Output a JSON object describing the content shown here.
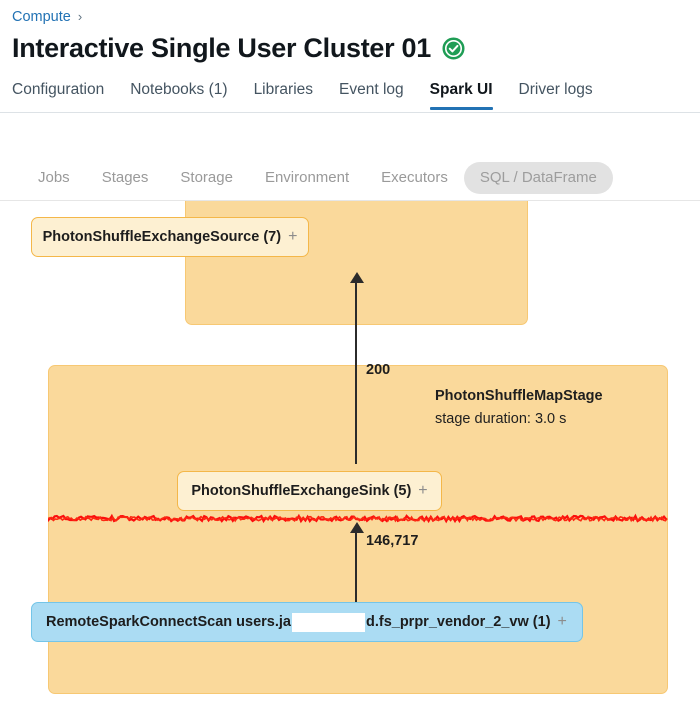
{
  "breadcrumb": {
    "label": "Compute",
    "separator": "›"
  },
  "header": {
    "title": "Interactive Single User Cluster 01",
    "status_icon": "circle-check-icon",
    "status_color": "#1f9d55"
  },
  "tabs": [
    {
      "label": "Configuration",
      "active": false
    },
    {
      "label": "Notebooks (1)",
      "active": false
    },
    {
      "label": "Libraries",
      "active": false
    },
    {
      "label": "Event log",
      "active": false
    },
    {
      "label": "Spark UI",
      "active": true
    },
    {
      "label": "Driver logs",
      "active": false
    }
  ],
  "subnav": [
    {
      "label": "Jobs",
      "selected": false
    },
    {
      "label": "Stages",
      "selected": false
    },
    {
      "label": "Storage",
      "selected": false
    },
    {
      "label": "Environment",
      "selected": false
    },
    {
      "label": "Executors",
      "selected": false
    },
    {
      "label": "SQL / DataFrame",
      "selected": true
    }
  ],
  "dag": {
    "stages": [
      {
        "id": "stage-upper",
        "name": "",
        "duration": ""
      },
      {
        "id": "stage-lower",
        "name": "PhotonShuffleMapStage",
        "duration": "stage duration: 3.0 s"
      }
    ],
    "nodes": [
      {
        "id": "node-source",
        "label": "PhotonShuffleExchangeSource (7)",
        "expand": "+",
        "kind": "photon"
      },
      {
        "id": "node-sink",
        "label": "PhotonShuffleExchangeSink (5)",
        "expand": "+",
        "kind": "photon"
      },
      {
        "id": "node-scan",
        "label_before": "RemoteSparkConnectScan users.ja",
        "label_after": "d.fs_prpr_vendor_2_vw (1)",
        "expand": "+",
        "kind": "scan",
        "redacted": true
      }
    ],
    "edges": [
      {
        "id": "edge-a",
        "label": "200"
      },
      {
        "id": "edge-b",
        "label": "146,717"
      }
    ],
    "colors": {
      "stage_fill": "#fad99b",
      "stage_border": "#f7c873",
      "photon_node_fill": "#fdf0d2",
      "photon_node_border": "#f4b749",
      "scan_node_fill": "#abdcf3",
      "scan_node_border": "#74c5e8",
      "edge": "#2b2b2b",
      "squiggle": "#fc0d0d"
    }
  }
}
